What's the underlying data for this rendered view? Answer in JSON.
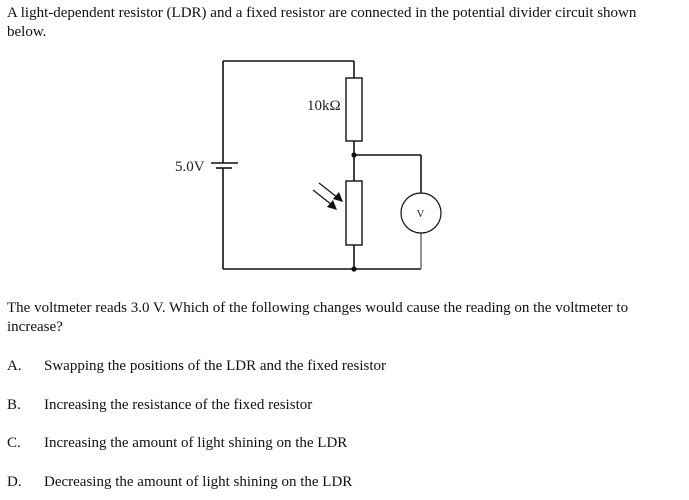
{
  "intro": "A light-dependent resistor (LDR) and a fixed resistor are connected in the potential divider circuit shown below.",
  "circuit": {
    "battery_label": "5.0V",
    "fixed_resistor_label": "10kΩ",
    "voltmeter_label": "V",
    "components": [
      "battery",
      "fixed-resistor",
      "ldr",
      "voltmeter"
    ]
  },
  "question": "The voltmeter reads 3.0 V.  Which of the following changes would cause the reading on the voltmeter to increase?",
  "options": [
    {
      "letter": "A.",
      "text": "Swapping the positions of the LDR and the fixed resistor"
    },
    {
      "letter": "B.",
      "text": "Increasing the resistance of the fixed resistor"
    },
    {
      "letter": "C.",
      "text": "Increasing the amount of light shining on the LDR"
    },
    {
      "letter": "D.",
      "text": "Decreasing the amount of light shining on the LDR"
    }
  ]
}
